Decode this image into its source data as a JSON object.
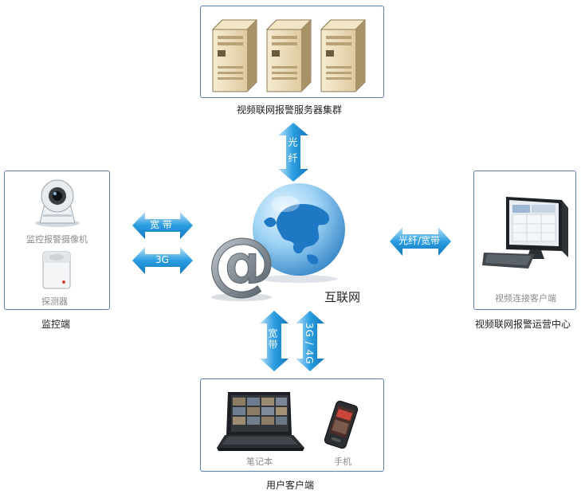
{
  "server": {
    "caption": "视频联网报警服务器集群"
  },
  "monitor": {
    "camera_label": "监控报警摄像机",
    "detector_label": "探测器",
    "caption": "监控端"
  },
  "center": {
    "client_label": "视频连接客户端",
    "caption": "视频联网报警运营中心"
  },
  "user": {
    "laptop_label": "笔记本",
    "phone_label": "手机",
    "caption": "用户客户端"
  },
  "internet": {
    "label": "互联网",
    "at_symbol": "@"
  },
  "links": {
    "top": "光 纤",
    "left_broadband": "宽 带",
    "left_3g": "3G",
    "right": "光纤/宽带",
    "bottom_broadband": "宽带",
    "bottom_3g4g": "3G / 4G"
  },
  "colors": {
    "box_border": "#5a7fb2",
    "arrow": "#1a8fd6",
    "arrow_light": "#9fd3f2"
  }
}
